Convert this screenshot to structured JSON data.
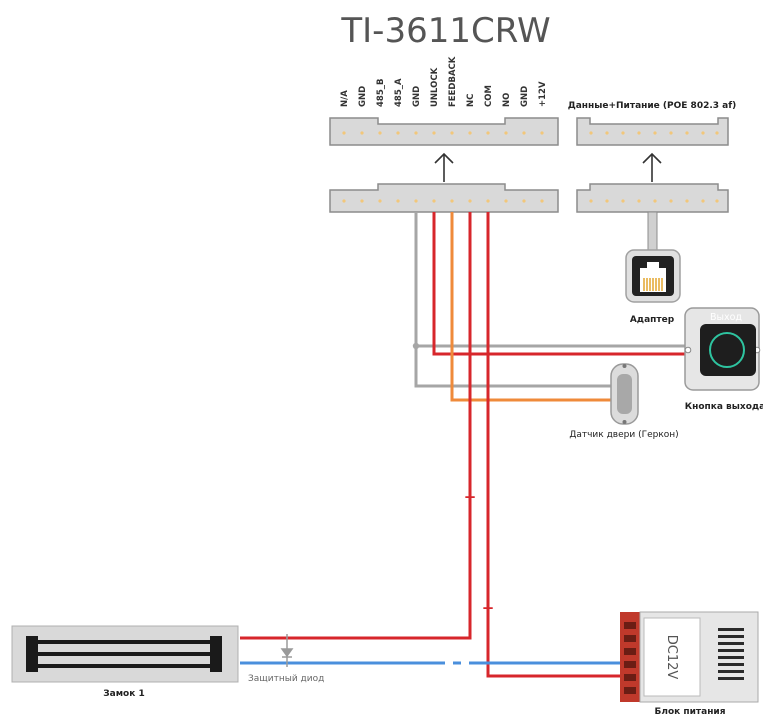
{
  "title": "TI-3611CRW",
  "pins": [
    "N/A",
    "GND",
    "485_B",
    "485_A",
    "GND",
    "UNLOCK",
    "FEEDBACK",
    "NC",
    "COM",
    "NO",
    "GND",
    "+12V"
  ],
  "poe_label": "Данные+Питание (POE 802.3 af)",
  "adapter_label": "Адаптер",
  "exit_button": {
    "face_label": "Выход",
    "caption": "Кнопка выхода"
  },
  "door_sensor_label": "Датчик двери (Геркон)",
  "lock_label": "Замок 1",
  "diode_label": "Защитный диод",
  "psu": {
    "label": "Блок питания",
    "face_text": "DC12V"
  },
  "plus_sign": "+",
  "colors": {
    "red": "#d7262b",
    "gray": "#a6a6a6",
    "orange": "#ef8a3a",
    "blue": "#4a8fdc",
    "connector": "#d9d9d9",
    "connector_border": "#8c8c8c",
    "psu_terminal": "#c0392b"
  }
}
